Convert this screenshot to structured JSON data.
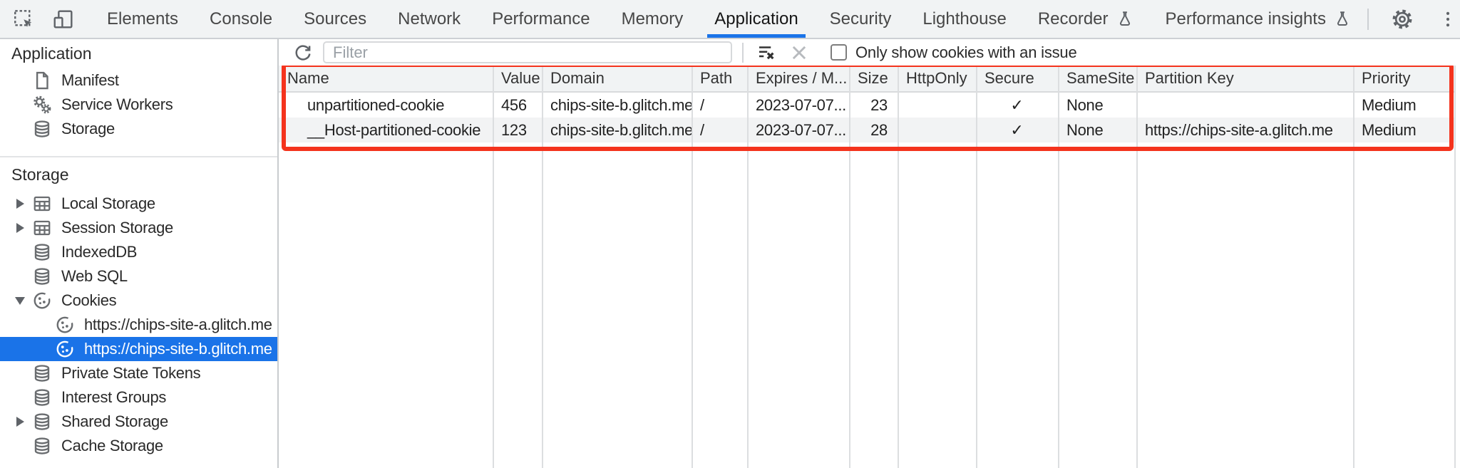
{
  "colors": {
    "accent_blue": "#1a73e8",
    "annotation_red": "#f4331d",
    "tabbar_bg": "#f1f3f4",
    "selected_item_bg": "#1a73e8",
    "table_header_bg": "#f1f3f4",
    "alt_row_bg": "#f2f3f4"
  },
  "icons": {
    "inspect": "inspect-cursor-in-dashed-box",
    "device_toolbar": "phone-and-tablet",
    "flask": "experiment-flask",
    "settings": "gear",
    "more": "kebab-vertical-dots",
    "close": "x",
    "refresh": "circular-arrow",
    "clear_filter": "filter-lines-with-x",
    "delete_selected": "x",
    "manifest": "document-folded-corner",
    "service_workers": "two-gears",
    "database": "cylinder",
    "storage_grid": "table-grid",
    "cookie": "bitten-cookie-with-dots",
    "collapsed": "triangle-right",
    "expanded": "triangle-down"
  },
  "tabbar": {
    "tabs": [
      {
        "label": "Elements",
        "active": false
      },
      {
        "label": "Console",
        "active": false
      },
      {
        "label": "Sources",
        "active": false
      },
      {
        "label": "Network",
        "active": false
      },
      {
        "label": "Performance",
        "active": false
      },
      {
        "label": "Memory",
        "active": false
      },
      {
        "label": "Application",
        "active": true
      },
      {
        "label": "Security",
        "active": false
      },
      {
        "label": "Lighthouse",
        "active": false
      },
      {
        "label": "Recorder",
        "active": false,
        "badge": "flask"
      },
      {
        "label": "Performance insights",
        "active": false,
        "badge": "flask"
      }
    ]
  },
  "sidebar": {
    "sections": [
      {
        "title": "Application",
        "items": [
          {
            "label": "Manifest",
            "icon": "document"
          },
          {
            "label": "Service Workers",
            "icon": "gears"
          },
          {
            "label": "Storage",
            "icon": "database"
          }
        ]
      },
      {
        "title": "Storage",
        "items": [
          {
            "label": "Local Storage",
            "icon": "table-grid",
            "expandable": true,
            "expanded": false
          },
          {
            "label": "Session Storage",
            "icon": "table-grid",
            "expandable": true,
            "expanded": false
          },
          {
            "label": "IndexedDB",
            "icon": "database"
          },
          {
            "label": "Web SQL",
            "icon": "database"
          },
          {
            "label": "Cookies",
            "icon": "cookie",
            "expandable": true,
            "expanded": true
          },
          {
            "label": "https://chips-site-a.glitch.me",
            "icon": "cookie",
            "depth": 1
          },
          {
            "label": "https://chips-site-b.glitch.me",
            "icon": "cookie",
            "depth": 1,
            "selected": true
          },
          {
            "label": "Private State Tokens",
            "icon": "database"
          },
          {
            "label": "Interest Groups",
            "icon": "database"
          },
          {
            "label": "Shared Storage",
            "icon": "database",
            "expandable": true,
            "expanded": false
          },
          {
            "label": "Cache Storage",
            "icon": "database"
          }
        ]
      }
    ]
  },
  "toolbar": {
    "filter_placeholder": "Filter",
    "filter_value": "",
    "checkbox_label": "Only show cookies with an issue",
    "checkbox_checked": false
  },
  "table": {
    "columns": [
      "Name",
      "Value",
      "Domain",
      "Path",
      "Expires / M...",
      "Size",
      "HttpOnly",
      "Secure",
      "SameSite",
      "Partition Key",
      "Priority"
    ],
    "rows": [
      {
        "name": "unpartitioned-cookie",
        "value": "456",
        "domain": "chips-site-b.glitch.me",
        "path": "/",
        "expires": "2023-07-07...",
        "size": "23",
        "http_only": "",
        "secure": "✓",
        "same_site": "None",
        "partition_key": "",
        "priority": "Medium"
      },
      {
        "name": "__Host-partitioned-cookie",
        "value": "123",
        "domain": "chips-site-b.glitch.me",
        "path": "/",
        "expires": "2023-07-07...",
        "size": "28",
        "http_only": "",
        "secure": "✓",
        "same_site": "None",
        "partition_key": "https://chips-site-a.glitch.me",
        "priority": "Medium"
      }
    ]
  }
}
